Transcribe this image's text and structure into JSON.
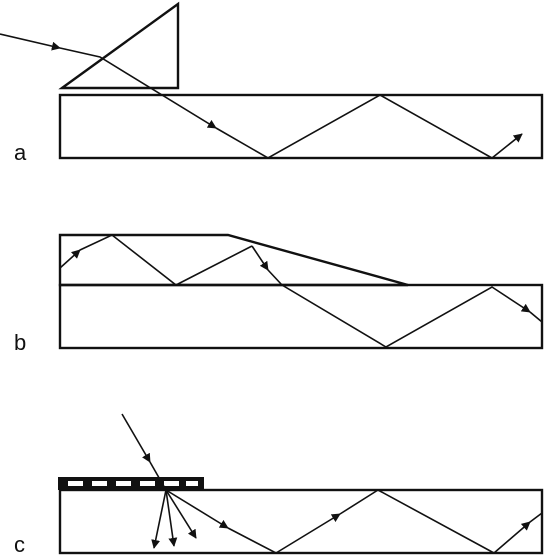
{
  "figure": {
    "panels": [
      {
        "label": "a",
        "coupler": "prism"
      },
      {
        "label": "b",
        "coupler": "tapered-waveguide"
      },
      {
        "label": "c",
        "coupler": "grating"
      }
    ],
    "colors": {
      "ink": "#111111",
      "background": "#ffffff"
    }
  }
}
